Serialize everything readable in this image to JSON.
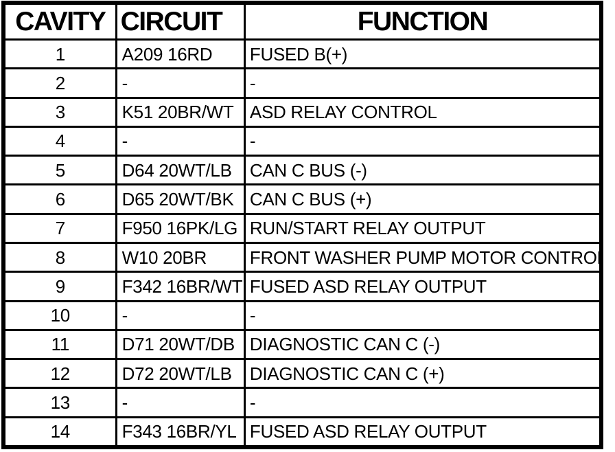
{
  "table": {
    "columns": [
      {
        "key": "cavity",
        "label": "CAVITY"
      },
      {
        "key": "circuit",
        "label": "CIRCUIT"
      },
      {
        "key": "function",
        "label": "FUNCTION"
      }
    ],
    "rows": [
      {
        "cavity": "1",
        "circuit": "A209 16RD",
        "function": "FUSED B(+)"
      },
      {
        "cavity": "2",
        "circuit": "-",
        "function": "-"
      },
      {
        "cavity": "3",
        "circuit": "K51 20BR/WT",
        "function": "ASD RELAY CONTROL"
      },
      {
        "cavity": "4",
        "circuit": "-",
        "function": "-"
      },
      {
        "cavity": "5",
        "circuit": "D64 20WT/LB",
        "function": "CAN C BUS (-)"
      },
      {
        "cavity": "6",
        "circuit": "D65 20WT/BK",
        "function": "CAN C BUS (+)"
      },
      {
        "cavity": "7",
        "circuit": "F950 16PK/LG",
        "function": "RUN/START RELAY OUTPUT"
      },
      {
        "cavity": "8",
        "circuit": "W10 20BR",
        "function": "FRONT WASHER PUMP MOTOR CONTROL"
      },
      {
        "cavity": "9",
        "circuit": "F342 16BR/WT",
        "function": "FUSED ASD RELAY OUTPUT"
      },
      {
        "cavity": "10",
        "circuit": "-",
        "function": "-"
      },
      {
        "cavity": "11",
        "circuit": "D71 20WT/DB",
        "function": "DIAGNOSTIC CAN C (-)"
      },
      {
        "cavity": "12",
        "circuit": "D72 20WT/LB",
        "function": "DIAGNOSTIC CAN C (+)"
      },
      {
        "cavity": "13",
        "circuit": "-",
        "function": "-"
      },
      {
        "cavity": "14",
        "circuit": "F343 16BR/YL",
        "function": "FUSED ASD RELAY OUTPUT"
      }
    ],
    "colors": {
      "border": "#000000",
      "background": "#ffffff",
      "text": "#000000"
    }
  }
}
